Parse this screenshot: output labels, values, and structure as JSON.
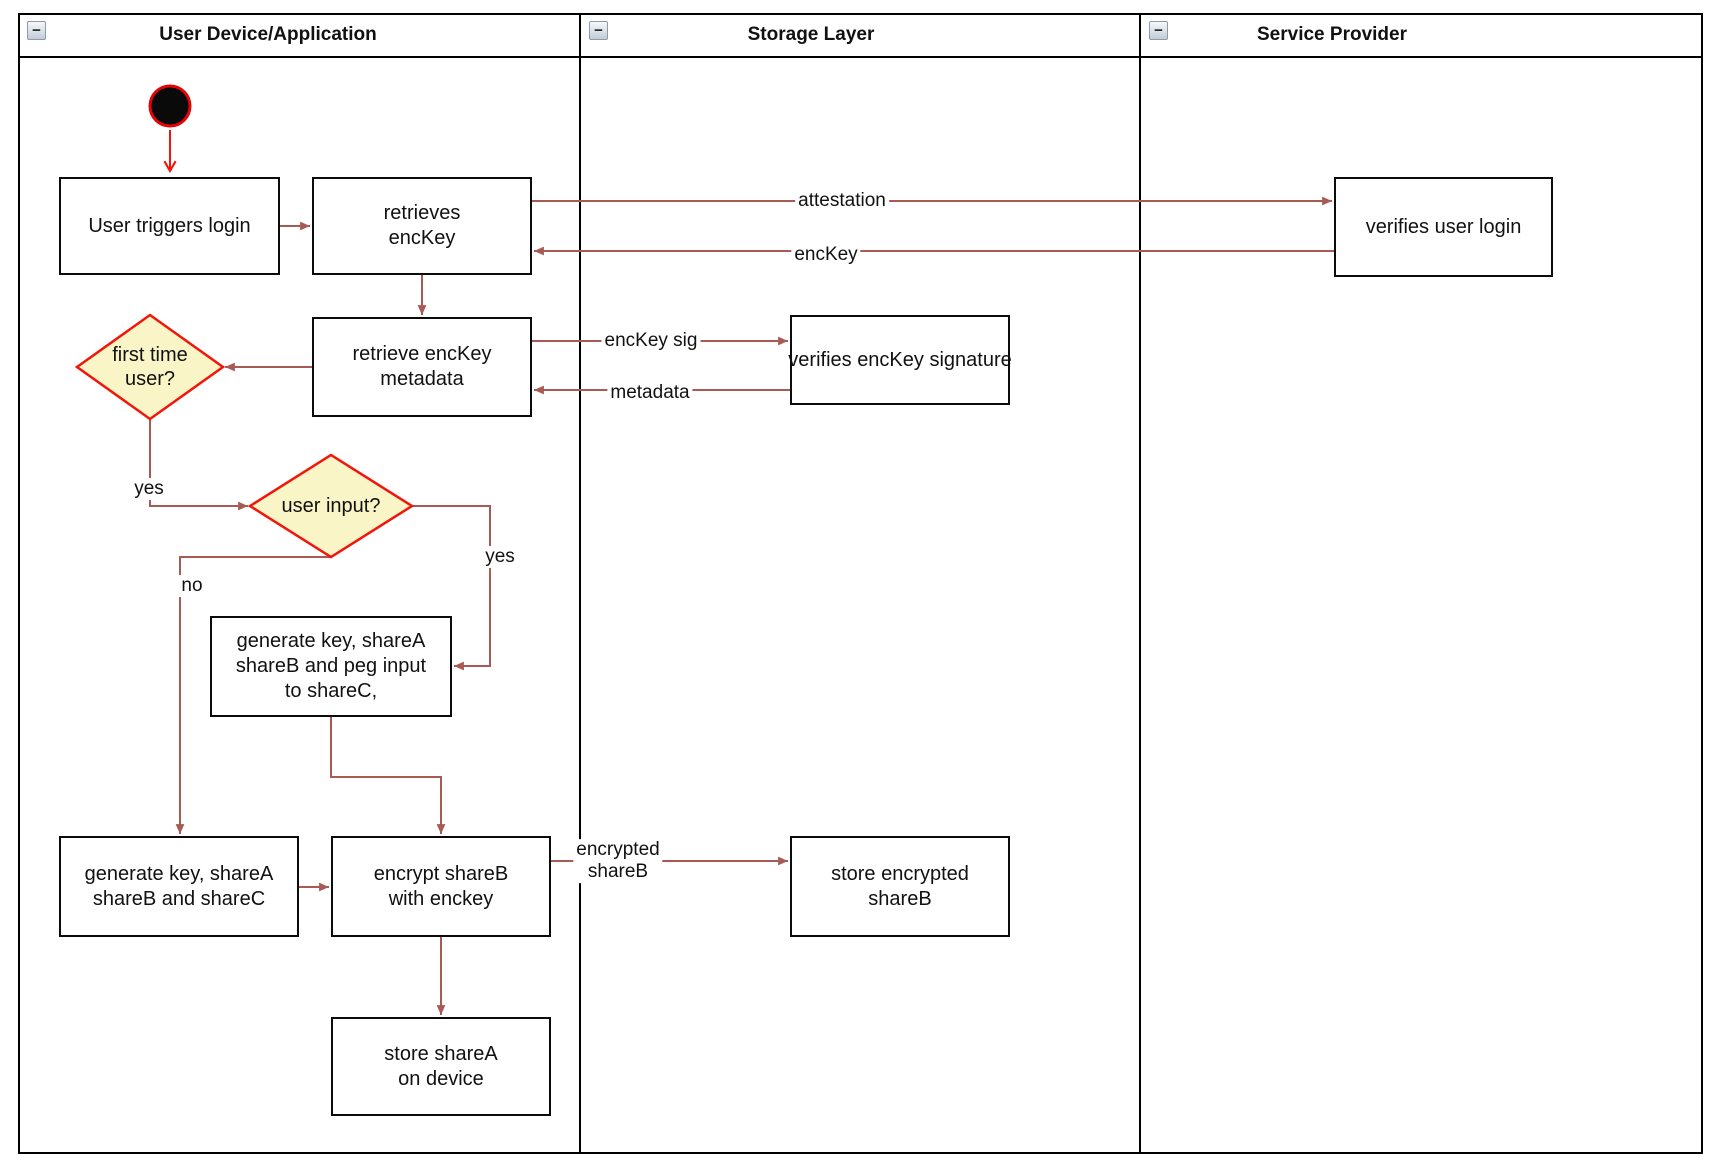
{
  "lanes": [
    {
      "title": "User Device/Application"
    },
    {
      "title": "Storage Layer"
    },
    {
      "title": "Service Provider"
    }
  ],
  "icons": {
    "collapse_glyph": "−"
  },
  "nodes": [
    {
      "id": "user-triggers-login",
      "label": "User triggers login"
    },
    {
      "id": "retrieves-enckey",
      "label": "retrieves\nencKey"
    },
    {
      "id": "retrieve-enckey-metadata",
      "label": "retrieve encKey\nmetadata"
    },
    {
      "id": "first-time-user-decision",
      "label": "first time\nuser?"
    },
    {
      "id": "user-input-decision",
      "label": "user input?"
    },
    {
      "id": "generate-key-peg-input",
      "label": "generate key, shareA\nshareB and peg input\nto shareC,"
    },
    {
      "id": "generate-key-sharec",
      "label": "generate key, shareA\nshareB and shareC"
    },
    {
      "id": "encrypt-shareb",
      "label": "encrypt shareB\nwith enckey"
    },
    {
      "id": "store-sharea",
      "label": "store shareA\non device"
    },
    {
      "id": "verifies-enckey-signature",
      "label": "verifies encKey signature"
    },
    {
      "id": "store-encrypted-shareb",
      "label": "store encrypted\nshareB"
    },
    {
      "id": "verifies-user-login",
      "label": "verifies user login"
    }
  ],
  "edge_labels": [
    {
      "text": "attestation"
    },
    {
      "text": "encKey"
    },
    {
      "text": "encKey sig"
    },
    {
      "text": "metadata"
    },
    {
      "text": "yes"
    },
    {
      "text": "no"
    },
    {
      "text": "yes"
    },
    {
      "text": "encrypted\nshareB"
    }
  ],
  "colors": {
    "connector": "#A85A55",
    "accent_red": "#F2150A",
    "decision_fill": "#FAF5C6",
    "decision_stroke": "#F2150A",
    "node_border": "#0b0b0b"
  }
}
